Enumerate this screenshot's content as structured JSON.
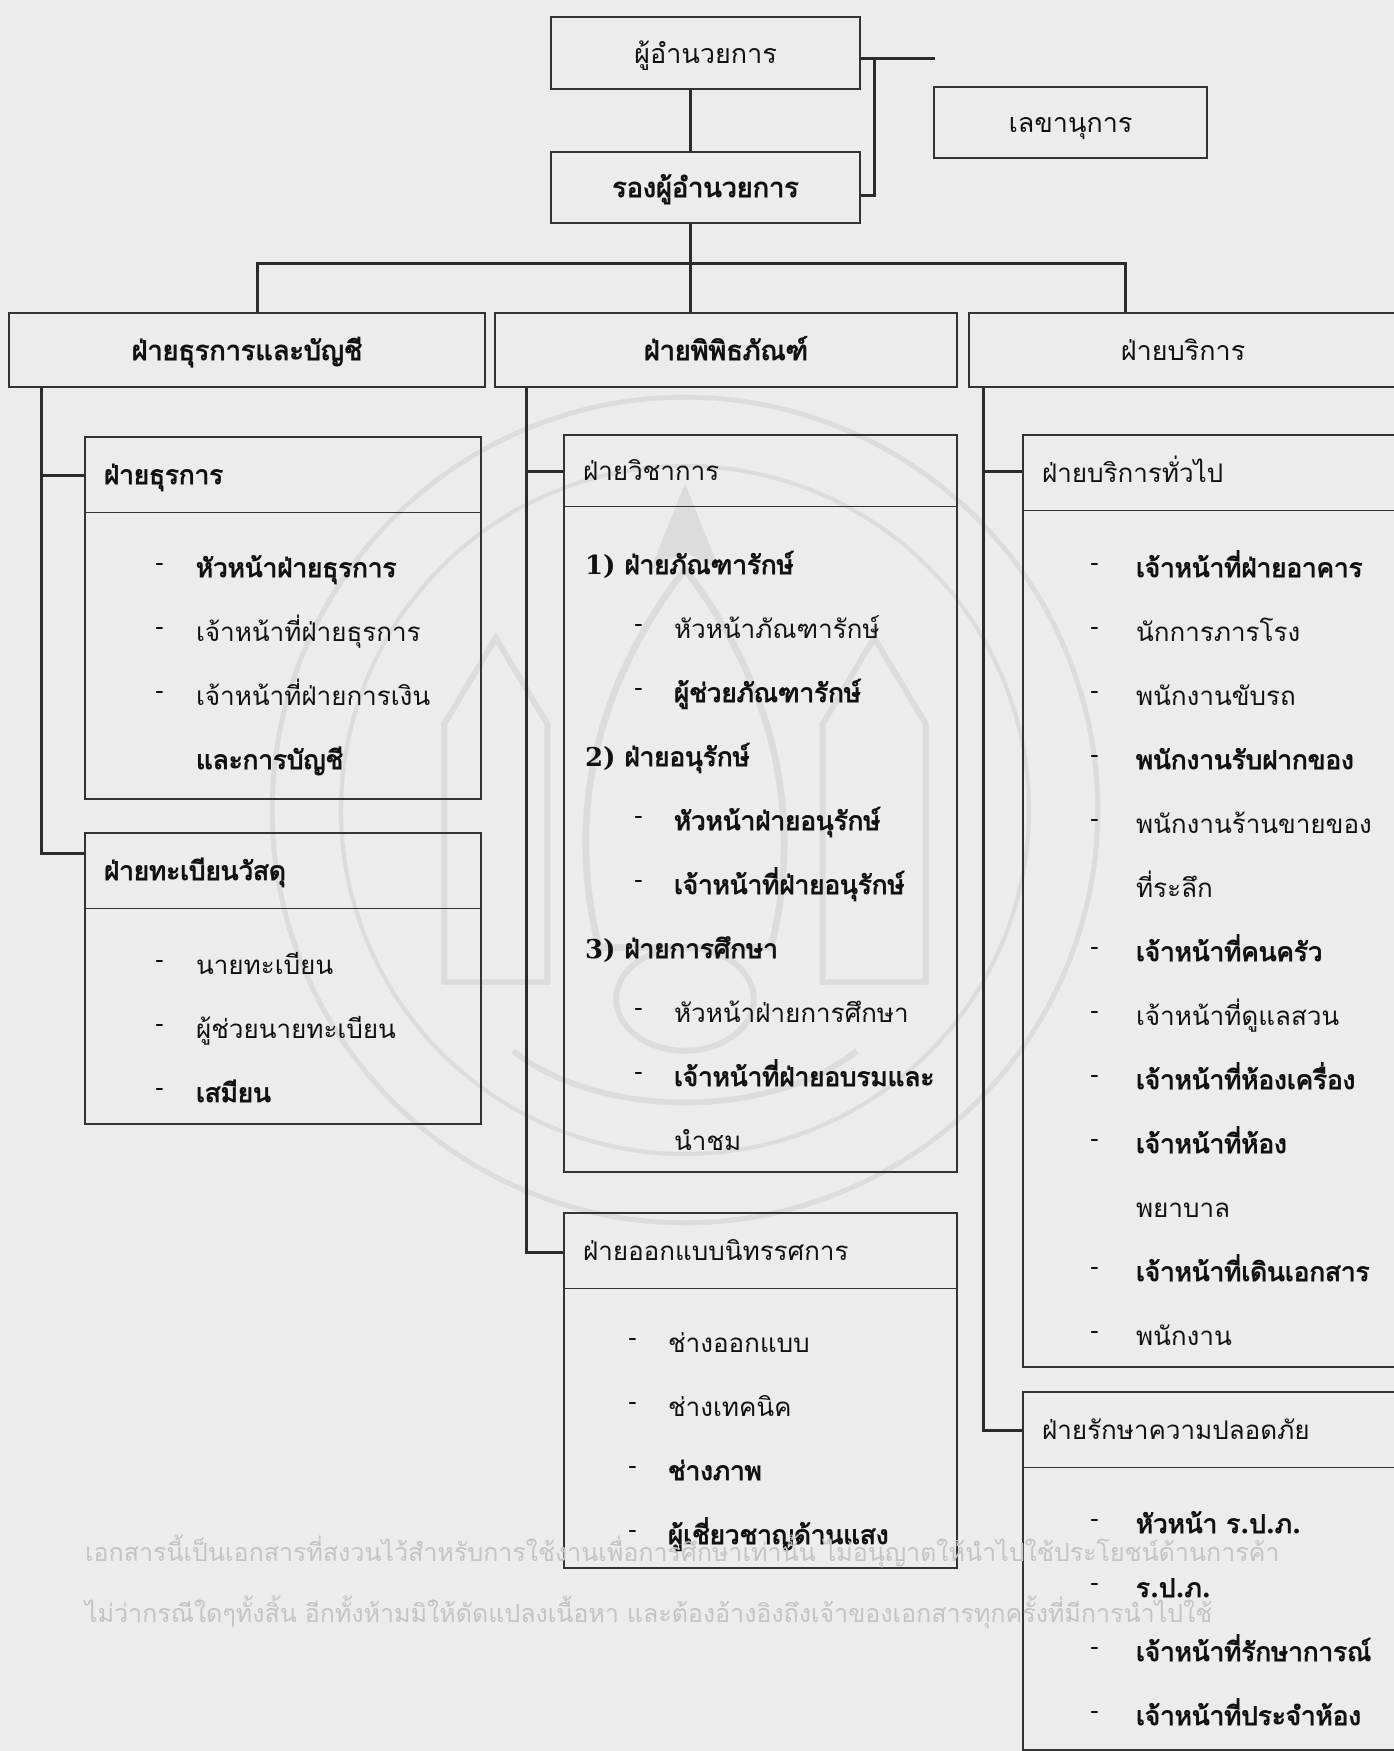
{
  "top": {
    "director": "ผู้อำนวยการ",
    "secretary": "เลขานุการ",
    "deputy": "รองผู้อำนวยการ"
  },
  "departments": {
    "admin": "ฝ่ายธุรการและบัญชี",
    "museum": "ฝ่ายพิพิธภัณฑ์",
    "service": "ฝ่ายบริการ"
  },
  "admin_units": [
    {
      "title": "ฝ่ายธุรการ",
      "items": [
        "หัวหน้าฝ่ายธุรการ",
        "เจ้าหน้าที่ฝ่ายธุรการ",
        "เจ้าหน้าที่ฝ่ายการเงิน",
        "และการบัญชี"
      ]
    },
    {
      "title": "ฝ่ายทะเบียนวัสดุ",
      "items": [
        "นายทะเบียน",
        "ผู้ช่วยนายทะเบียน",
        "เสมียน"
      ]
    }
  ],
  "museum_units": [
    {
      "title": "ฝ่ายวิชาการ",
      "subgroups": [
        {
          "label": "1) ฝ่ายภัณฑารักษ์",
          "items": [
            "หัวหน้าภัณฑารักษ์",
            "ผู้ช่วยภัณฑารักษ์"
          ]
        },
        {
          "label": "2) ฝ่ายอนุรักษ์",
          "items": [
            "หัวหน้าฝ่ายอนุรักษ์",
            "เจ้าหน้าที่ฝ่ายอนุรักษ์"
          ]
        },
        {
          "label": "3) ฝ่ายการศึกษา",
          "items": [
            "หัวหน้าฝ่ายการศึกษา",
            "เจ้าหน้าที่ฝ่ายอบรมและ",
            "นำชม"
          ]
        }
      ]
    },
    {
      "title": "ฝ่ายออกแบบนิทรรศการ",
      "items": [
        "ช่างออกแบบ",
        "ช่างเทคนิค",
        "ช่างภาพ",
        "ผู้เชี่ยวชาญด้านแสง"
      ]
    }
  ],
  "service_units": [
    {
      "title": "ฝ่ายบริการทั่วไป",
      "items": [
        "เจ้าหน้าที่ฝ่ายอาคาร",
        "นักการภารโรง",
        "พนักงานขับรถ",
        "พนักงานรับฝากของ",
        "พนักงานร้านขายของ",
        "ที่ระลึก",
        "เจ้าหน้าที่คนครัว",
        "เจ้าหน้าที่ดูแลสวน",
        "เจ้าหน้าที่ห้องเครื่อง",
        "เจ้าหน้าที่ห้อง",
        "พยาบาล",
        "เจ้าหน้าที่เดินเอกสาร",
        "พนักงาน"
      ]
    },
    {
      "title": "ฝ่ายรักษาความปลอดภัย",
      "items": [
        "หัวหน้า ร.ป.ภ.",
        "ร.ป.ภ.",
        "เจ้าหน้าที่รักษาการณ์",
        "เจ้าหน้าที่ประจำห้อง"
      ]
    }
  ],
  "dash_symbol": "-",
  "footer": {
    "line1": "เอกสารนี้เป็นเอกสารที่สงวนไว้สำหรับการใช้งานเพื่อการศึกษาเท่านั้น ไม่อนุญาตให้นำไปใช้ประโยชน์ด้านการค้า",
    "line2": "ไม่ว่ากรณีใดๆทั้งสิ้น อีกทั้งห้ามมิให้ดัดแปลงเนื้อหา และต้องอ้างอิงถึงเจ้าของเอกสารทุกครั้งที่มีการนำไปใช้"
  },
  "colors": {
    "background": "#ececec",
    "line": "#2b2b2b",
    "watermark": "#7a7a7a",
    "footer_text": "#c4c4c4"
  }
}
